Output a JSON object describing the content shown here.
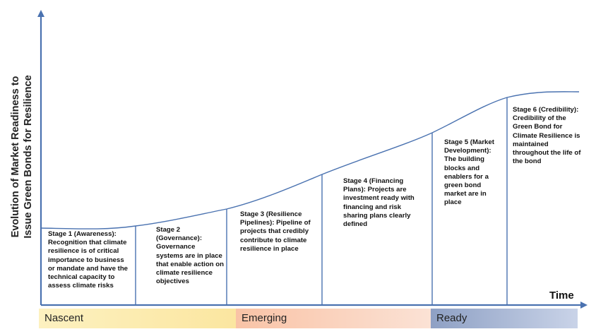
{
  "axes": {
    "y_label_line1": "Evolution of Market Readiness to",
    "y_label_line2": "Issue Green Bonds for Resilience",
    "x_label": "Time"
  },
  "stages": [
    {
      "text": "Stage 1 (Awareness): Recognition that climate resilience is of critical importance to business or mandate and have the technical capacity to assess climate risks"
    },
    {
      "text": "Stage 2 (Governance): Governance systems are in place that enable action on climate resilience objectives"
    },
    {
      "text": "Stage 3 (Resilience Pipelines): Pipeline of projects that credibly contribute to climate resilience in place"
    },
    {
      "text": "Stage 4 (Financing Plans): Projects are investment ready with financing and risk sharing plans clearly defined"
    },
    {
      "text": "Stage 5 (Market Development): The building blocks and enablers for a green bond market are in place"
    },
    {
      "text": "Stage 6 (Credibility): Credibility of the Green Bond for Climate Resilience is maintained throughout the life of the bond"
    }
  ],
  "phases": [
    {
      "label": "Nascent",
      "color_from": "#fdf1c0",
      "color_to": "#fbe6a0"
    },
    {
      "label": "Emerging",
      "color_from": "#f9c3a6",
      "color_to": "#fbe2d5"
    },
    {
      "label": "Ready",
      "color_from": "#8ea0c4",
      "color_to": "#c9d3e8"
    }
  ],
  "colors": {
    "axis": "#4a72b0",
    "curve": "#4a72b0"
  }
}
